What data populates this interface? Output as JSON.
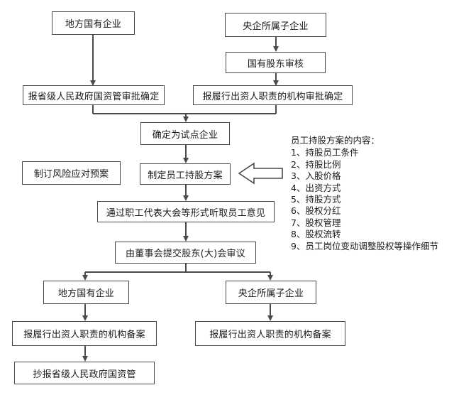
{
  "nodes": {
    "local_soe_top": "地方国有企业",
    "central_sub_top": "央企所属子企业",
    "soe_shareholder_review": "国有股东审核",
    "provincial_sasac_approval": "报省级人民政府国资管审批确定",
    "investor_org_approval": "报履行出资人职责的机构审批确定",
    "confirm_pilot": "确定为试点企业",
    "risk_plan": "制订风险应对预案",
    "draft_plan": "制定员工持股方案",
    "employee_opinion": "通过职工代表大会等形式听取员工意见",
    "board_submit": "由董事会提交股东(大)会审议",
    "local_soe_bottom": "地方国有企业",
    "central_sub_bottom": "央企所属子企业",
    "investor_org_filing_left": "报履行出资人职责的机构备案",
    "investor_org_filing_right": "报履行出资人职责的机构备案",
    "provincial_sasac_copy": "抄报省级人民政府国资管"
  },
  "plan_contents": {
    "title": "员工持股方案的内容：",
    "items": [
      "1、持股员工条件",
      "2、持股比例",
      "3、入股价格",
      "4、出资方式",
      "5、持股方式",
      "6、股权分红",
      "7、股权管理",
      "8、股权流转",
      "9、员工岗位变动调整股权等操作细节"
    ]
  },
  "colors": {
    "line": "#4a4a4a",
    "text": "#1a1a1a"
  }
}
